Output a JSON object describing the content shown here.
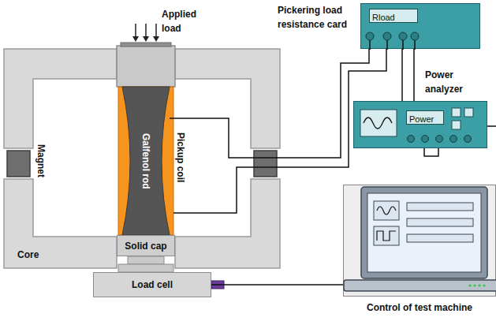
{
  "diagram": {
    "nodes": [
      {
        "text": [
          "Pickering load resistance card"
        ]
      },
      {
        "text": [
          "Rload"
        ],
        "in": 0
      },
      {
        "text": [
          "Power analyzer"
        ]
      },
      {
        "text": [
          "Power"
        ],
        "in": 2
      },
      {
        "text": [
          "Galfenol rod"
        ]
      },
      {
        "text": [
          "Solid cap"
        ]
      },
      {
        "text": [
          "Load cell"
        ]
      },
      {
        "text": [
          "Control of test machine"
        ]
      }
    ],
    "edges": [
      {
        "from": 4,
        "to": 0,
        "arrow": "none"
      },
      {
        "from": 0,
        "to": 2,
        "arrow": "none"
      },
      {
        "from": 6,
        "to": 7,
        "arrow": "none"
      }
    ],
    "labels": [
      "Applied load",
      "Magnet",
      "Pickup coil",
      "Core"
    ]
  }
}
